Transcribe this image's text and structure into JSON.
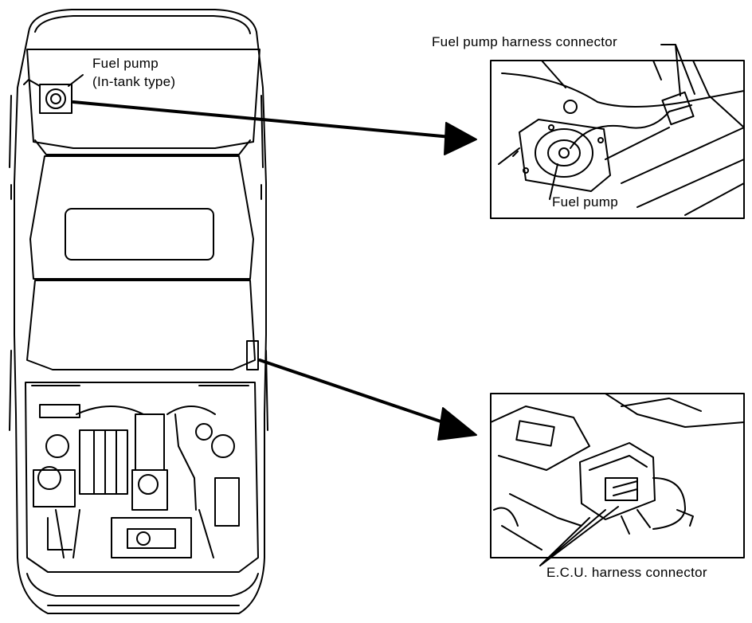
{
  "labels": {
    "fuel_pump_line1": "Fuel pump",
    "fuel_pump_line2": "(In-tank type)",
    "fuel_pump_harness_connector": "Fuel pump harness connector",
    "fuel_pump_detail": "Fuel pump",
    "ecu_harness_connector": "E.C.U. harness connector"
  },
  "colors": {
    "ink": "#000000",
    "paper": "#ffffff"
  }
}
